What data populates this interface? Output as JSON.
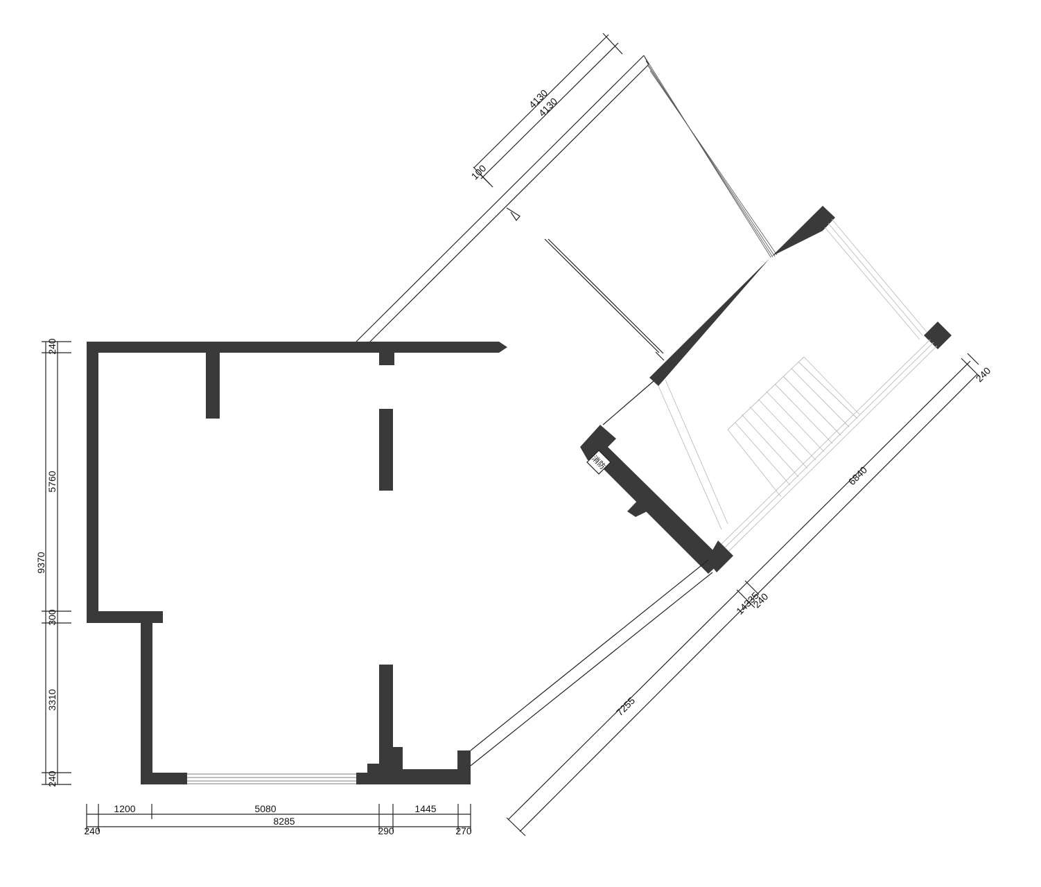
{
  "colors": {
    "wall": "#3a3a3a",
    "line": "#222222",
    "background": "#ffffff"
  },
  "room_tag": "消防",
  "dimensions": {
    "left_top_wall": "240",
    "left_upper": "5760",
    "left_total": "9370",
    "left_step": "300",
    "left_lower": "3310",
    "left_bottom_wall": "240",
    "bottom_seg_1": "1200",
    "bottom_seg_2": "5080",
    "bottom_seg_3": "1445",
    "bottom_wall_left": "240",
    "bottom_total": "8285",
    "bottom_wall_mid": "290",
    "bottom_wall_right": "270",
    "top_outer": "4130",
    "top_inner": "4130",
    "top_small": "100",
    "right_wall_top": "240",
    "right_upper": "6840",
    "right_total": "14335",
    "right_wall_mid": "240",
    "right_lower": "7255"
  }
}
